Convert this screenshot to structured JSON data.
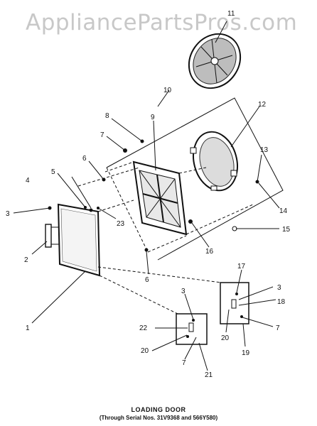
{
  "watermark": "AppliancePartsPros.com",
  "caption": {
    "title": "LOADING DOOR",
    "subtitle": "(Through Serial Nos. 31V9368 and 566Y580)"
  },
  "callouts": [
    "1",
    "2",
    "3",
    "3",
    "3",
    "4",
    "5",
    "6",
    "6",
    "7",
    "7",
    "7",
    "8",
    "9",
    "10",
    "11",
    "12",
    "13",
    "14",
    "15",
    "16",
    "17",
    "18",
    "19",
    "20",
    "20",
    "21",
    "22",
    "23"
  ]
}
